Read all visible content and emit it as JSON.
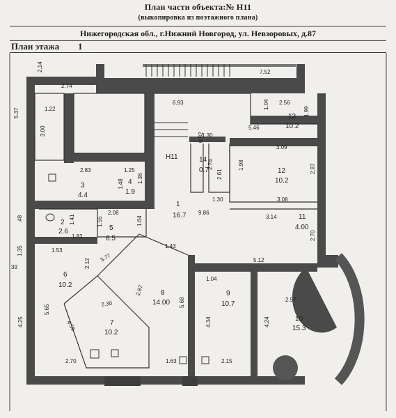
{
  "header": {
    "title": "План части объекта:№ Н11",
    "subtitle": "(выкопировка из поэтажного плана)",
    "address": "Нижегородская обл., г.Нижний Новгород, ул. Невзоровых, д.87",
    "floor_label": "План этажа",
    "floor_number": "1"
  },
  "plan": {
    "object_label": "Н11",
    "rooms": [
      {
        "number": "1",
        "area": "16.7"
      },
      {
        "number": "2",
        "area": "2.6"
      },
      {
        "number": "3",
        "area": "4.4"
      },
      {
        "number": "4",
        "area": "1.9"
      },
      {
        "number": "5",
        "area": "6.5"
      },
      {
        "number": "6",
        "area": "10.2"
      },
      {
        "number": "7",
        "area": "10.2"
      },
      {
        "number": "8",
        "area": "14.00"
      },
      {
        "number": "9",
        "area": "10.7"
      },
      {
        "number": "10",
        "area": "15.3"
      },
      {
        "number": "11",
        "area": "4.00"
      },
      {
        "number": "12",
        "area": "10.2"
      },
      {
        "number": "13",
        "area": "10.2"
      },
      {
        "number": "14",
        "area": "0.7"
      }
    ],
    "dimensions": {
      "d_2_14": "2.14",
      "d_7_52": "7.52",
      "d_2_74": "2.74",
      "d_5_37": "5.37",
      "d_1_22": "1.22",
      "d_3_00": "3.00",
      "d_6_93": "6.93",
      "d_1_04": "1.04",
      "d_2_56": "2.56",
      "d_1_99": "1.99",
      "d_5_46": "5.46",
      "d_1_30a": "1.30",
      "d_0_82": "0.82",
      "d_3_09": "3.09",
      "d_2_83": "2.83",
      "d_1_25": "1.25",
      "d_1_36": "1.36",
      "d_1_48": "1.48",
      "d_2_74b": "2.74",
      "d_2_61": "2.61",
      "d_1_98": "1.98",
      "d_2_87": "2.87",
      "d_1_30b": "1.30",
      "d_3_08": "3.08",
      "d_2_08": "2.08",
      "d_9_86": "9.86",
      "d_3_14": "3.14",
      "d_2_70": "2.70",
      "d_1_41": "1.41",
      "d_1_55": "1.55",
      "d_1_64": "1.64",
      "d_1_82": "1.82",
      "d_48": ".48",
      "d_1_53": "1.53",
      "d_3_77": "3.77",
      "d_1_43": "1.43",
      "d_5_12": "5.12",
      "d_1_35": "1.35",
      "d_39": "39",
      "d_2_12": "2.12",
      "d_1_04b": "1.04",
      "d_2_30": "2.30",
      "d_2_87b": "2.87",
      "d_5_65": "5.65",
      "d_5_68": "5.68",
      "d_4_34": "4.34",
      "d_4_24": "4.24",
      "d_2_57": "2.57",
      "d_4_25": "4.25",
      "d_4_56": "4.56",
      "d_2_70b": "2.70",
      "d_1_63": "1.63",
      "d_2_15": "2.15"
    }
  }
}
